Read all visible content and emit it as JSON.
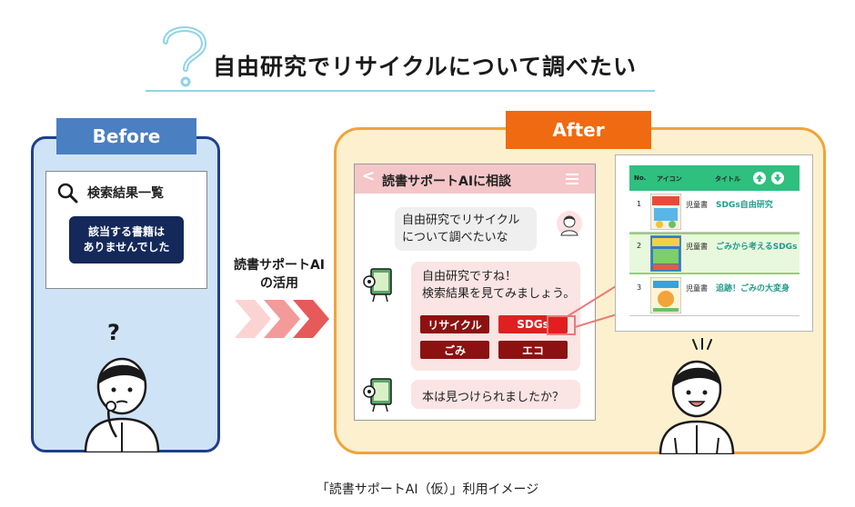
{
  "header": {
    "title": "自由研究でリサイクルについて調べたい"
  },
  "before": {
    "tag": "Before",
    "search_label": "検索結果一覧",
    "no_result_line1": "該当する書籍は",
    "no_result_line2": "ありませんでした",
    "question_mark": "?"
  },
  "middle": {
    "line1": "読書サポートAI",
    "line2": "の活用"
  },
  "after": {
    "tag": "After",
    "chat": {
      "back": "<",
      "title": "読書サポートAIに相談",
      "user_line1": "自由研究でリサイクル",
      "user_line2": "について調べたいな",
      "bot_line1": "自由研究ですね！",
      "bot_line2": "検索結果を見てみましょう。",
      "chips": [
        "リサイクル",
        "SDGs",
        "ごみ",
        "エコ"
      ],
      "bot_question": "本は見つけられましたか？"
    },
    "results": {
      "col_no": "No.",
      "col_icon": "アイコン",
      "col_title": "タイトル",
      "rows": [
        {
          "no": "1",
          "category": "児童書",
          "title": "SDGs自由研究"
        },
        {
          "no": "2",
          "category": "児童書",
          "title": "ごみから考えるSDGs"
        },
        {
          "no": "3",
          "category": "児童書",
          "title": "追跡！ごみの大変身"
        }
      ]
    }
  },
  "caption": "「読書サポートAI（仮）」利用イメージ",
  "colors": {
    "before_border": "#1f3f8f",
    "before_fill": "#cfe3f6",
    "after_border": "#f0a43a",
    "after_fill": "#fdf0cf",
    "after_tag": "#f06a12",
    "chip_dark": "#8d1111",
    "chip_active": "#e02020",
    "results_header": "#2fbf7f"
  }
}
